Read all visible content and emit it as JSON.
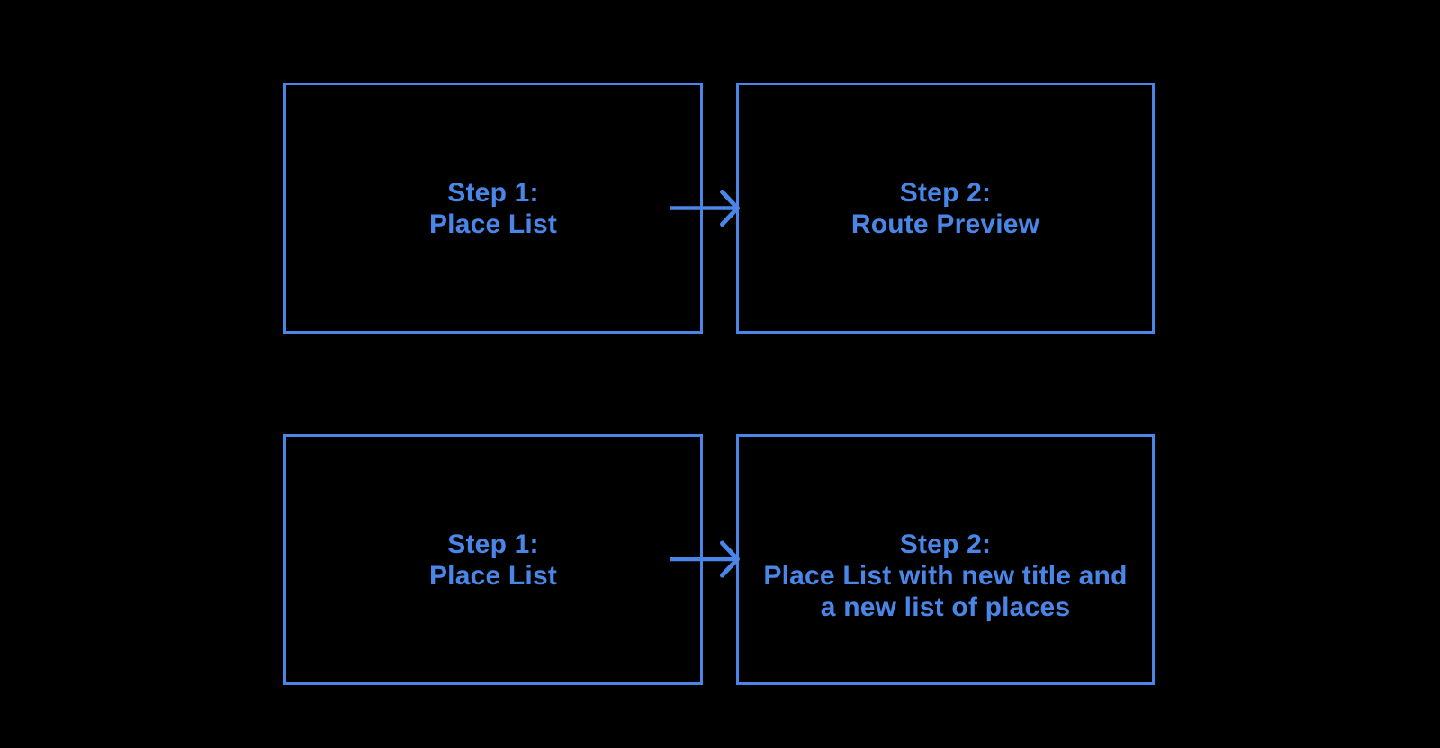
{
  "colors": {
    "accent": "#4a86e8",
    "background": "#000000"
  },
  "diagram": {
    "top_row": {
      "source": {
        "lines": [
          "Step 1:",
          "Place List"
        ]
      },
      "arrow_icon": "right-arrow",
      "target": {
        "lines": [
          "Step 2:",
          "Route Preview"
        ]
      }
    },
    "bottom_row": {
      "source": {
        "lines": [
          "Step 1:",
          "Place List"
        ]
      },
      "arrow_icon": "right-arrow",
      "target": {
        "lines": [
          "Step 2:",
          "Place List with new title and",
          "a new list of places"
        ]
      }
    }
  }
}
